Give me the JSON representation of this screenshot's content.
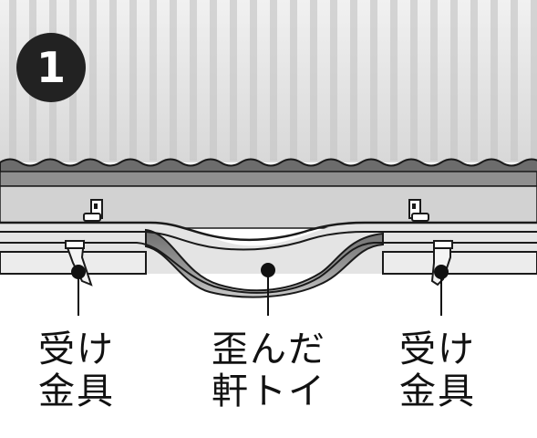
{
  "step": {
    "number": "1"
  },
  "labels": {
    "left": {
      "line1": "受け",
      "line2": "金具"
    },
    "middle": {
      "line1": "歪んだ",
      "line2": "軒トイ"
    },
    "right": {
      "line1": "受け",
      "line2": "金具"
    }
  },
  "colors": {
    "background": "#ffffff",
    "roof_light": "#e6e6e6",
    "roof_dark": "#9a9a9a",
    "fascia": "#cfcfcf",
    "gutter": "#e3e3e3",
    "gutter_sag": "#8e8e8e",
    "outline": "#1a1a1a",
    "badge": "#222222"
  },
  "icons": {
    "badge": "step-number-circle",
    "bracket": "gutter-bracket-icon",
    "fastener": "fascia-clip-icon"
  }
}
